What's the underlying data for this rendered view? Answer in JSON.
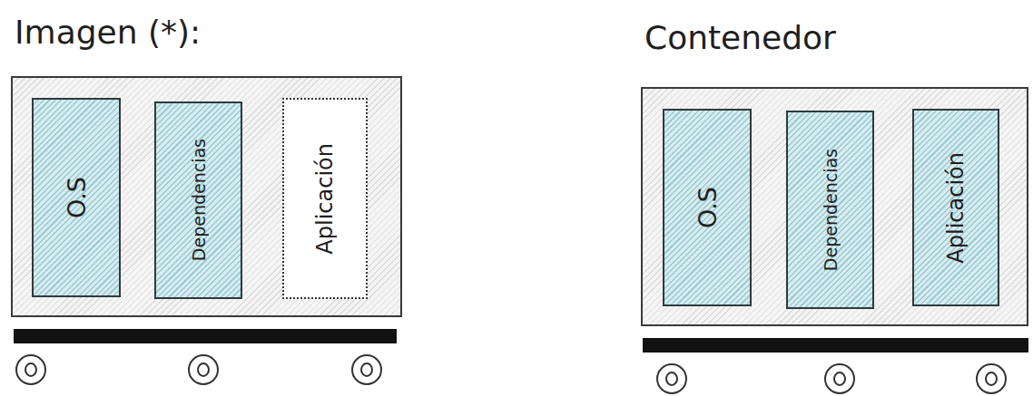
{
  "diagram": {
    "nodes": [
      {
        "text": [
          "Imagen (*):"
        ]
      },
      {
        "text": [
          "O.S"
        ],
        "in": 0
      },
      {
        "text": [
          "Dependencias"
        ],
        "in": 0
      },
      {
        "text": [
          "Aplicación"
        ],
        "in": 0
      },
      {
        "text": [
          "Contenedor"
        ]
      },
      {
        "text": [
          "O.S"
        ],
        "in": 4
      },
      {
        "text": [
          "Dependencias"
        ],
        "in": 4
      },
      {
        "text": [
          "Aplicación"
        ],
        "in": 4
      }
    ]
  }
}
